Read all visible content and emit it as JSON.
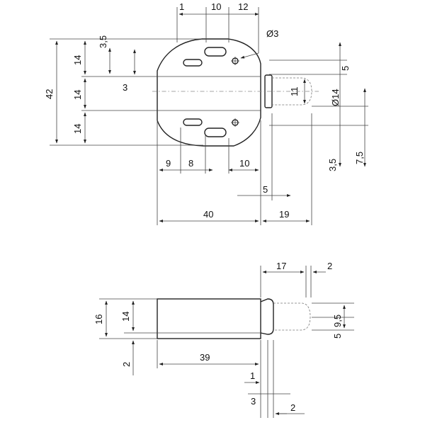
{
  "top_view": {
    "dims": {
      "d1": "1",
      "d10_top": "10",
      "d12": "12",
      "d3_5_top": "3,5",
      "dia3": "Ø3",
      "d14_a": "14",
      "d14_b": "14",
      "d14_c": "14",
      "d42": "42",
      "d3": "3",
      "d5_right": "5",
      "d11": "11",
      "dia14": "Ø14",
      "d7_5": "7,5",
      "d3_5_right": "3,5",
      "d9": "9",
      "d8": "8",
      "d10_bottom": "10",
      "d5_bottom": "5",
      "d40": "40",
      "d19": "19"
    }
  },
  "side_view": {
    "dims": {
      "d17": "17",
      "d2_top": "2",
      "d16": "16",
      "d14": "14",
      "d9_5": "9,5",
      "d5": "5",
      "d2_left": "2",
      "d39": "39",
      "d1": "1",
      "d3": "3",
      "d2_bottom": "2"
    }
  }
}
